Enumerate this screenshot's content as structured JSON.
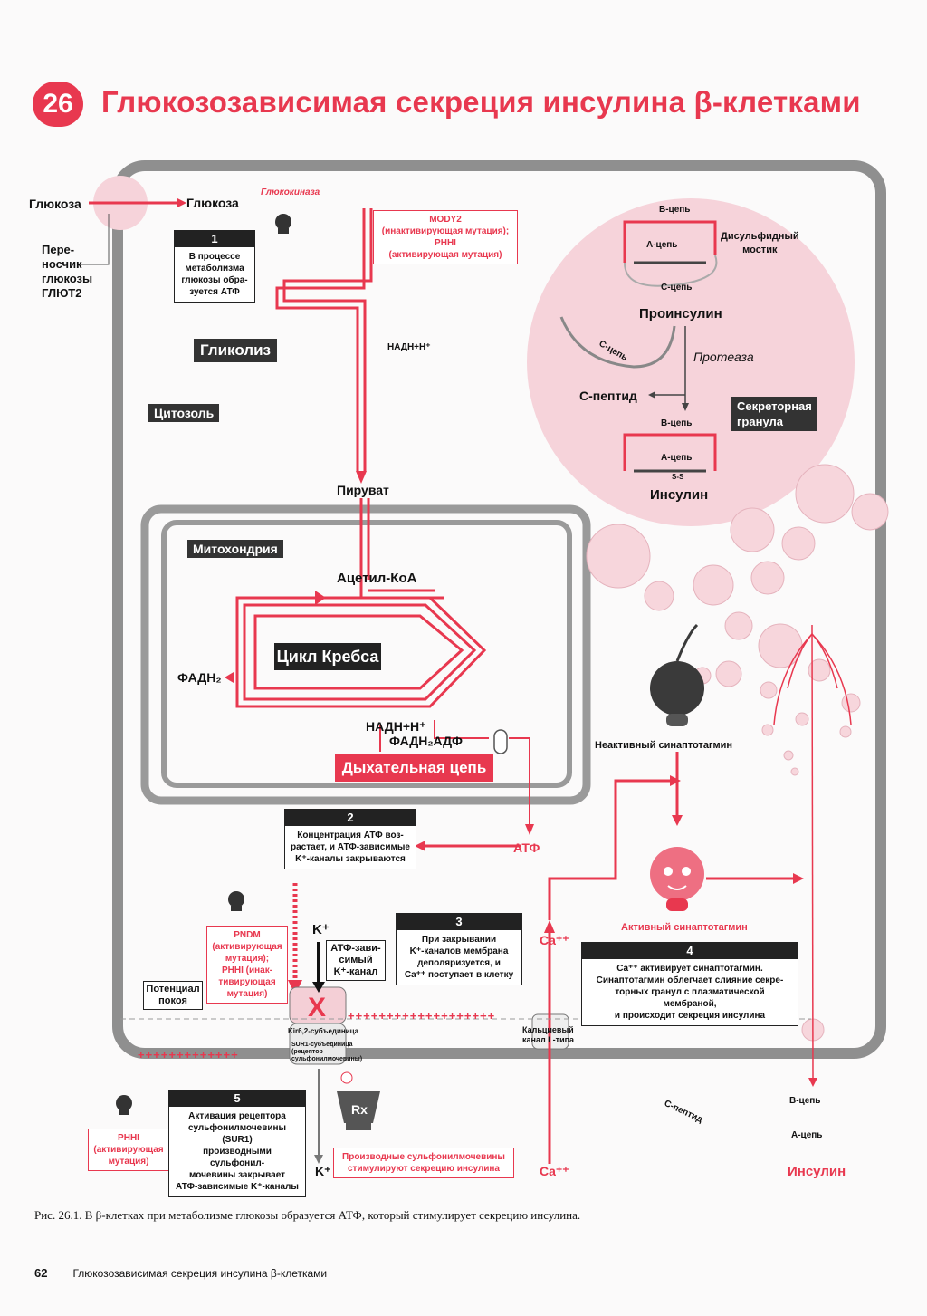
{
  "header": {
    "number": "26",
    "title": "Глюкозозависимая секреция инсулина β-клетками"
  },
  "transport": {
    "glucose_out": "Глюкоза",
    "glucose_in": "Глюкоза",
    "transporter": "Пере-\nносчик\nглюкозы\nГЛЮТ2",
    "enzyme": "Глюкокиназа"
  },
  "mutations": {
    "mody2": "MODY2\n(инактивирующая мутация);\nPHHI\n(активирующая мутация)",
    "pndm": "PNDM\n(активирующая\nмутация);\nPHHI (инак-\nтивирующая\nмутация)",
    "phhi": "PHHI\n(активирующая\nмутация)"
  },
  "steps": [
    {
      "num": "1",
      "text": "В процессе\nметаболизма\nглюкозы обра-\nзуется АТФ"
    },
    {
      "num": "2",
      "text": "Концентрация АТФ воз-\nрастает, и АТФ-зависимые\nK⁺-каналы закрываются"
    },
    {
      "num": "3",
      "text": "При закрывании\nK⁺-каналов мембрана\nдеполяризуется, и\nCa⁺⁺ поступает в клетку"
    },
    {
      "num": "4",
      "text": "Ca⁺⁺ активирует синаптотагмин.\nСинаптотагмин облегчает слияние секре-\nторных гранул с плазматической мембраной,\nи происходит секреция инсулина"
    },
    {
      "num": "5",
      "text": "Активация рецептора\nсульфонилмочевины (SUR1)\nпроизводными сульфонил-\nмочевины закрывает\nАТФ-зависимые K⁺-каналы"
    }
  ],
  "labels": {
    "glycolysis": "Гликолиз",
    "cytosol": "Цитозоль",
    "pyruvate": "Пируват",
    "mitochondria": "Митохондрия",
    "acetyl_coa": "Ацетил-КоА",
    "krebs": "Цикл Кребса",
    "fadh2": "ФАДН₂",
    "nadh_h": "НАДН+Н⁺",
    "nadh_small": "НАДН+Н⁺",
    "fadh2_adp": "ФАДН₂АДФ",
    "respiratory_chain": "Дыхательная цепь",
    "atp": "АТФ",
    "k_plus": "K⁺",
    "k_plus_bottom": "K⁺",
    "katp_channel": "АТФ-зави-\nсимый\nK⁺-канал",
    "resting_potential": "Потенциал\nпокоя",
    "kir": "Kir6,2-субъединица",
    "sur1": "SUR1-субъединица\n(рецептор\nсульфонилмочевины)",
    "ca_channel": "Кальциевый\nканал L-типа",
    "ca_mid": "Ca⁺⁺",
    "ca_bottom": "Ca⁺⁺",
    "sulfonyl": "Производные сульфонилмочевины\nстимулируют секрецию инсулина",
    "plus_row": "+++++++++++++",
    "plus_row2": "+++++++++++++++++++",
    "b_chain": "В-цепь",
    "a_chain": "А-цепь",
    "c_chain": "С-цепь",
    "disulfide": "Дисульфидный\nмостик",
    "proinsulin": "Проинсулин",
    "protease": "Протеаза",
    "c_peptide": "С-пептид",
    "c_chain2": "С-цепь",
    "secretory_granule": "Секреторная\nгранула",
    "b_chain2": "В-цепь",
    "a_chain2": "А-цепь",
    "insulin": "Инсулин",
    "inactive_syt": "Неактивный синаптотагмин",
    "active_syt": "Активный синаптотагмин",
    "c_peptide_out": "С-пептид",
    "b_chain3": "В-цепь",
    "a_chain3": "А-цепь",
    "insulin_out": "Инсулин",
    "ss": "S-S"
  },
  "caption": "Рис. 26.1. В β-клетках при метаболизме глюкозы образуется АТФ, который стимулирует секрецию инсулина.",
  "footer": {
    "page": "62",
    "text": "Глюкозозависимая секреция инсулина β-клетками"
  },
  "colors": {
    "accent": "#e8384f",
    "granule": "#f6d3da",
    "membrane": "#8a8a8a"
  }
}
